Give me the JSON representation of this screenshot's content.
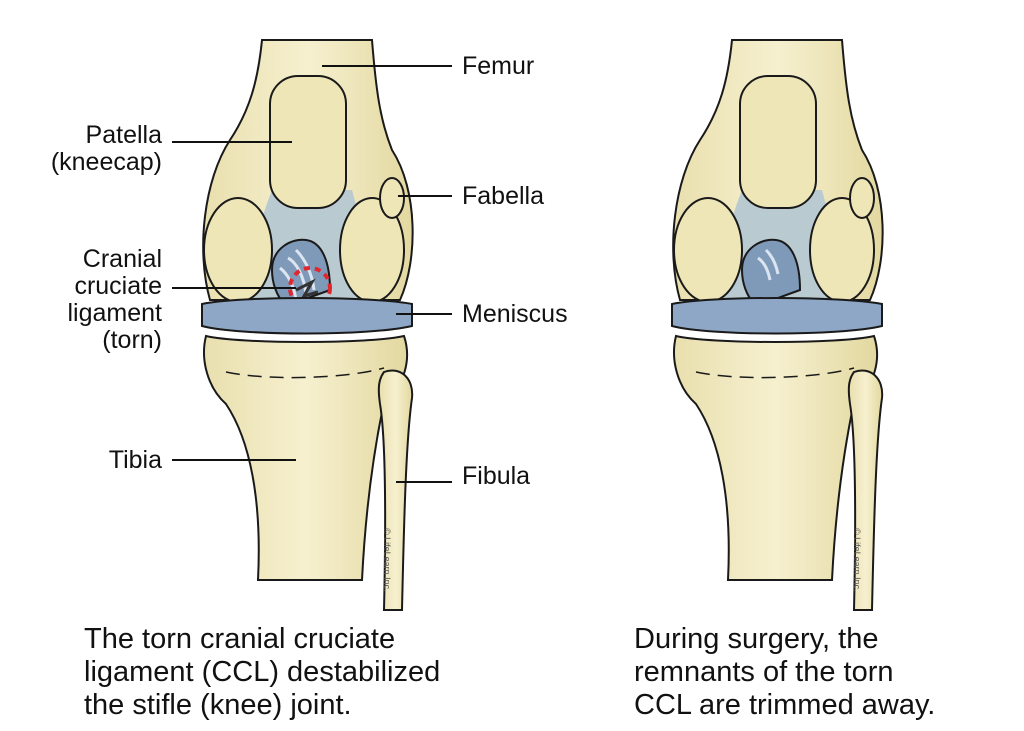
{
  "colors": {
    "bone": "#f3ecc4",
    "bone_shade": "#e4d9a3",
    "joint_space": "#b9cbd0",
    "meniscus": "#8fa7c6",
    "ligament": "#c9d6ea",
    "tear": "#e1262d",
    "outline": "#1a1a1a"
  },
  "labels": {
    "femur": "Femur",
    "patella": [
      "Patella",
      "(kneecap)"
    ],
    "fabella": "Fabella",
    "ccl": [
      "Cranial",
      "cruciate",
      "ligament",
      "(torn)"
    ],
    "meniscus": "Meniscus",
    "tibia": "Tibia",
    "fibula": "Fibula"
  },
  "copyright": "© LifeLearn Inc.",
  "captions": {
    "left": [
      "The torn cranial cruciate",
      "ligament (CCL) destabilized",
      "the stifle (knee) joint."
    ],
    "right": [
      "During surgery, the",
      "remnants of the torn",
      "CCL are trimmed away."
    ]
  }
}
